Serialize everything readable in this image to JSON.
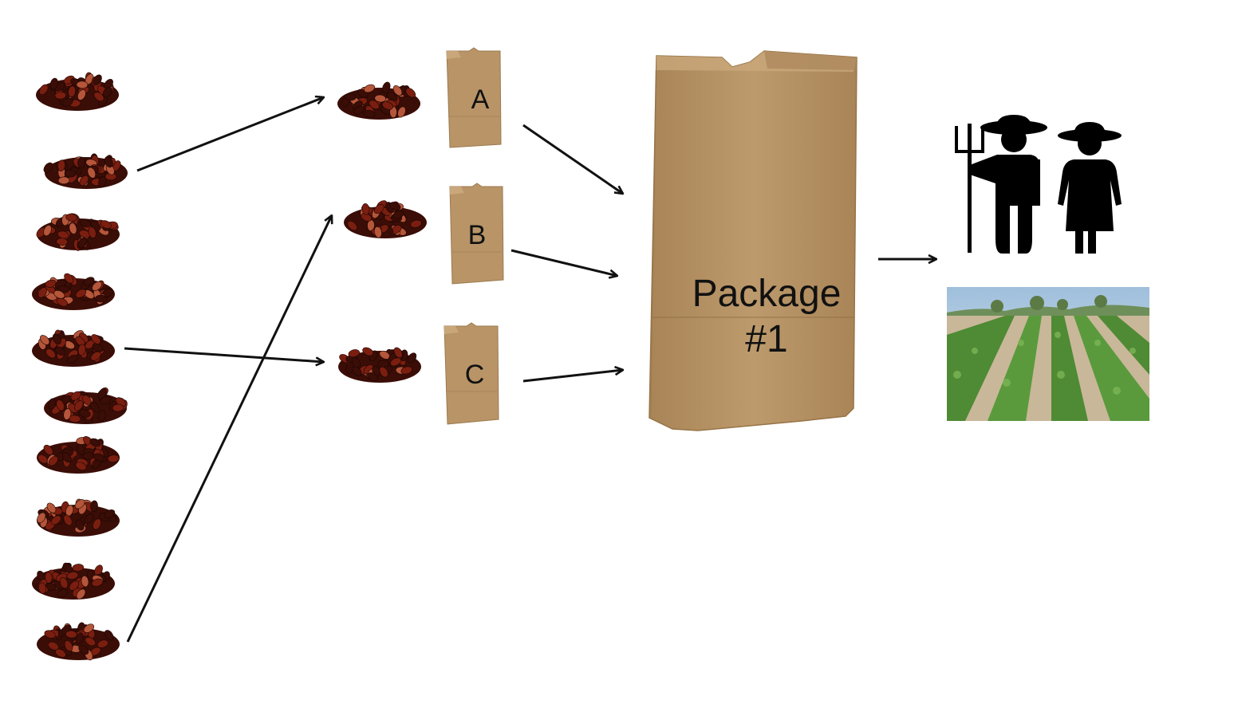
{
  "small_bags": [
    {
      "label": "A"
    },
    {
      "label": "B"
    },
    {
      "label": "C"
    }
  ],
  "big_bag": {
    "line1": "Package",
    "line2": "#1"
  },
  "bean_piles_left_count": 10,
  "colors": {
    "bean_dark": "#3a0d06",
    "bean_red": "#7a1e10",
    "bean_highlight": "#b5563a",
    "kraft": "#b89467",
    "kraft_dark": "#9c7a50",
    "kraft_light": "#c9a77a",
    "arrow": "#111111",
    "sky": "#bcd4e8",
    "crop": "#4f8a34",
    "soil": "#c9b79a"
  },
  "icons": [
    "bean-pile-icon",
    "paper-bag-icon",
    "farmer-man-icon",
    "farmer-woman-icon",
    "pitchfork-icon",
    "bean-field-photo"
  ]
}
